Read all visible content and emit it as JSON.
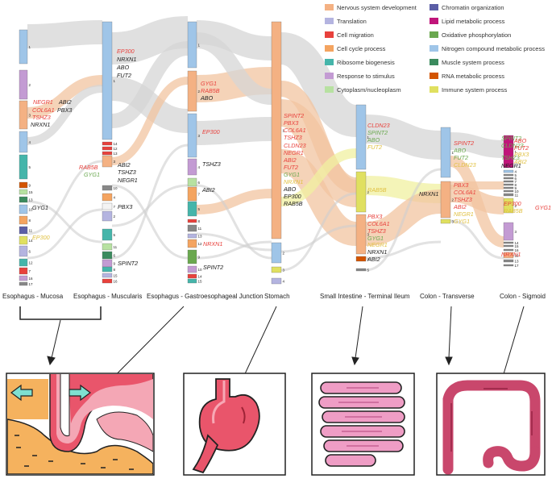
{
  "legend": [
    {
      "label": "Nervous system development",
      "color": "#f4b183"
    },
    {
      "label": "Chromatin organization",
      "color": "#5b5ea6"
    },
    {
      "label": "Translation",
      "color": "#b4b4e0"
    },
    {
      "label": "Lipid metabolic process",
      "color": "#c0157a"
    },
    {
      "label": "Cell migration",
      "color": "#e8413c"
    },
    {
      "label": "Oxidative phosphorylation",
      "color": "#6aa84f"
    },
    {
      "label": "Cell cycle process",
      "color": "#f4a460"
    },
    {
      "label": "Nitrogen compound metabolic process",
      "color": "#9fc5e8"
    },
    {
      "label": "Ribosome biogenesis",
      "color": "#45b5aa"
    },
    {
      "label": "Muscle system process",
      "color": "#3b8b5e"
    },
    {
      "label": "Response to stimulus",
      "color": "#c39bd3"
    },
    {
      "label": "RNA metabolic process",
      "color": "#d35400"
    },
    {
      "label": "Cytoplasm/nucleoplasm",
      "color": "#b7e1a1"
    },
    {
      "label": "Immune system process",
      "color": "#e0e060"
    }
  ],
  "columns": [
    {
      "label": "Esophagus - Mucosa"
    },
    {
      "label": "Esophagus - Muscularis"
    },
    {
      "label": "Esophagus - Gastroesophageal Junction"
    },
    {
      "label": "Stomach"
    },
    {
      "label": "Small Intestine - Terminal Ileum"
    },
    {
      "label": "Colon - Transverse"
    },
    {
      "label": "Colon - Sigmoid"
    }
  ],
  "modules": {
    "c0": [
      {
        "n": "1",
        "color": "#9fc5e8"
      },
      {
        "n": "2",
        "color": "#c39bd3"
      },
      {
        "n": "3",
        "color": "#f4b183"
      },
      {
        "n": "4",
        "color": "#9fc5e8"
      },
      {
        "n": "5",
        "color": "#45b5aa"
      },
      {
        "n": "9",
        "color": "#d35400"
      },
      {
        "n": "15",
        "color": "#b7e1a1"
      },
      {
        "n": "13",
        "color": "#3b8b5e"
      },
      {
        "n": "10",
        "color": "#9fc5e8"
      },
      {
        "n": "8",
        "color": "#f4a460"
      },
      {
        "n": "11",
        "color": "#5b5ea6"
      },
      {
        "n": "14",
        "color": "#e0e060"
      },
      {
        "n": "6",
        "color": "#b4b4e0"
      },
      {
        "n": "12",
        "color": "#45b5aa"
      },
      {
        "n": "7",
        "color": "#e8413c"
      },
      {
        "n": "16",
        "color": "#c39bd3"
      },
      {
        "n": "17",
        "color": "#888888"
      }
    ],
    "c1": [
      {
        "n": "1",
        "color": "#9fc5e8"
      },
      {
        "n": "14",
        "color": "#e8413c"
      },
      {
        "n": "12",
        "color": "#e8413c"
      },
      {
        "n": "13",
        "color": "#e8413c"
      },
      {
        "n": "3",
        "color": "#f4b183"
      },
      {
        "n": "10",
        "color": "#888888"
      },
      {
        "n": "4",
        "color": "#f4a460"
      },
      {
        "n": "7",
        "color": "#f4f4f4"
      },
      {
        "n": "2",
        "color": "#b4b4e0"
      },
      {
        "n": "5",
        "color": "#45b5aa"
      },
      {
        "n": "11",
        "color": "#b7e1a1"
      },
      {
        "n": "6",
        "color": "#3b8b5e"
      },
      {
        "n": "9",
        "color": "#c39bd3"
      },
      {
        "n": "8",
        "color": "#45b5aa"
      },
      {
        "n": "15",
        "color": "#b4b4e0"
      },
      {
        "n": "16",
        "color": "#e8413c"
      }
    ],
    "c2": [
      {
        "n": "1",
        "color": "#9fc5e8"
      },
      {
        "n": "2",
        "color": "#f4b183"
      },
      {
        "n": "3",
        "color": "#9fc5e8"
      },
      {
        "n": "4",
        "color": "#c39bd3"
      },
      {
        "n": "6",
        "color": "#b7e1a1"
      },
      {
        "n": "7",
        "color": "#f4a460"
      },
      {
        "n": "5",
        "color": "#45b5aa"
      },
      {
        "n": "8",
        "color": "#e8413c"
      },
      {
        "n": "11",
        "color": "#888888"
      },
      {
        "n": "13",
        "color": "#b4b4e0"
      },
      {
        "n": "12",
        "color": "#f4a460"
      },
      {
        "n": "9",
        "color": "#6aa84f"
      },
      {
        "n": "10",
        "color": "#c39bd3"
      },
      {
        "n": "14",
        "color": "#e8413c"
      },
      {
        "n": "15",
        "color": "#45b5aa"
      }
    ],
    "c3": [
      {
        "n": "1",
        "color": "#f4b183"
      },
      {
        "n": "2",
        "color": "#9fc5e8"
      },
      {
        "n": "3",
        "color": "#e0e060"
      },
      {
        "n": "4",
        "color": "#b4b4e0"
      }
    ],
    "c4": [
      {
        "n": "1",
        "color": "#9fc5e8"
      },
      {
        "n": "2",
        "color": "#e0e060"
      },
      {
        "n": "3",
        "color": "#f4b183"
      },
      {
        "n": "4",
        "color": "#d35400"
      },
      {
        "n": "5",
        "color": "#888888"
      }
    ],
    "c5": [
      {
        "n": "1",
        "color": "#9fc5e8"
      },
      {
        "n": "2",
        "color": "#f4b183"
      },
      {
        "n": "3",
        "color": "#e0e060"
      }
    ],
    "c6": [
      {
        "n": "1",
        "color": "#c0157a"
      },
      {
        "n": "4",
        "color": "#9fc5e8"
      },
      {
        "n": "5",
        "color": "#888888"
      },
      {
        "n": "6",
        "color": "#888888"
      },
      {
        "n": "7",
        "color": "#888888"
      },
      {
        "n": "8",
        "color": "#888888"
      },
      {
        "n": "9",
        "color": "#888888"
      },
      {
        "n": "10",
        "color": "#888888"
      },
      {
        "n": "11",
        "color": "#888888"
      },
      {
        "n": "2",
        "color": "#e0e060"
      },
      {
        "n": "3",
        "color": "#c39bd3"
      },
      {
        "n": "14",
        "color": "#888888"
      },
      {
        "n": "15",
        "color": "#888888"
      },
      {
        "n": "16",
        "color": "#888888"
      },
      {
        "n": "12",
        "color": "#f4b183"
      },
      {
        "n": "13",
        "color": "#888888"
      },
      {
        "n": "17",
        "color": "#888888"
      }
    ]
  },
  "genes": [
    {
      "t": "NEGR1",
      "c": "#e8413c"
    },
    {
      "t": "ABI2",
      "c": "#222222"
    },
    {
      "t": "COL6A1",
      "c": "#e8413c"
    },
    {
      "t": "PBX3",
      "c": "#222222"
    },
    {
      "t": "TSHZ3",
      "c": "#e8413c"
    },
    {
      "t": "NRXN1",
      "c": "#222222"
    },
    {
      "t": "GYG1",
      "c": "#222222"
    },
    {
      "t": "EP300",
      "c": "#e0c040"
    },
    {
      "t": "EP300",
      "c": "#e8413c"
    },
    {
      "t": "NRXN1",
      "c": "#222222"
    },
    {
      "t": "ABO",
      "c": "#222222"
    },
    {
      "t": "FUT2",
      "c": "#222222"
    },
    {
      "t": "RAB5B",
      "c": "#e8413c"
    },
    {
      "t": "GYG1",
      "c": "#6aa84f"
    },
    {
      "t": "ABI2",
      "c": "#222222"
    },
    {
      "t": "TSHZ3",
      "c": "#222222"
    },
    {
      "t": "NEGR1",
      "c": "#222222"
    },
    {
      "t": "PBX3",
      "c": "#222222"
    },
    {
      "t": "SPINT2",
      "c": "#222222"
    },
    {
      "t": "GYG1",
      "c": "#e8413c"
    },
    {
      "t": "RAB5B",
      "c": "#e8413c"
    },
    {
      "t": "ABO",
      "c": "#222222"
    },
    {
      "t": "EP300",
      "c": "#e8413c"
    },
    {
      "t": "TSHZ3",
      "c": "#222222"
    },
    {
      "t": "ABI2",
      "c": "#222222"
    },
    {
      "t": "NRXN1",
      "c": "#e8413c"
    },
    {
      "t": "SPINT2",
      "c": "#222222"
    },
    {
      "t": "SPINT2",
      "c": "#e8413c"
    },
    {
      "t": "PBX3",
      "c": "#e8413c"
    },
    {
      "t": "COL6A1",
      "c": "#e8413c"
    },
    {
      "t": "TSHZ3",
      "c": "#e8413c"
    },
    {
      "t": "CLDN23",
      "c": "#e8413c"
    },
    {
      "t": "NEGR1",
      "c": "#e8413c"
    },
    {
      "t": "ABI2",
      "c": "#e8413c"
    },
    {
      "t": "FUT2",
      "c": "#e8413c"
    },
    {
      "t": "GYG1",
      "c": "#6aa84f"
    },
    {
      "t": "NRXN1",
      "c": "#e0c040"
    },
    {
      "t": "ABO",
      "c": "#222222"
    },
    {
      "t": "EP300",
      "c": "#222222"
    },
    {
      "t": "RAB5B",
      "c": "#222222"
    },
    {
      "t": "CLDN23",
      "c": "#e8413c"
    },
    {
      "t": "SPINT2",
      "c": "#6aa84f"
    },
    {
      "t": "ABO",
      "c": "#6aa84f"
    },
    {
      "t": "FUT2",
      "c": "#e0c040"
    },
    {
      "t": "RAB5B",
      "c": "#e0c040"
    },
    {
      "t": "PBX3",
      "c": "#e8413c"
    },
    {
      "t": "COL6A1",
      "c": "#e8413c"
    },
    {
      "t": "TSHZ3",
      "c": "#e8413c"
    },
    {
      "t": "GYG1",
      "c": "#6aa84f"
    },
    {
      "t": "NEGR1",
      "c": "#e0c040"
    },
    {
      "t": "NRXN1",
      "c": "#222222"
    },
    {
      "t": "ABI2",
      "c": "#222222"
    },
    {
      "t": "SPINT2",
      "c": "#e8413c"
    },
    {
      "t": "ABO",
      "c": "#6aa84f"
    },
    {
      "t": "FUT2",
      "c": "#6aa84f"
    },
    {
      "t": "CLDN23",
      "c": "#e0c040"
    },
    {
      "t": "NRXN1",
      "c": "#222222"
    },
    {
      "t": "PBX3",
      "c": "#e8413c"
    },
    {
      "t": "COL6A1",
      "c": "#e8413c"
    },
    {
      "t": "TSHZ3",
      "c": "#e8413c"
    },
    {
      "t": "ABI2",
      "c": "#e8413c"
    },
    {
      "t": "NEGR1",
      "c": "#e0c040"
    },
    {
      "t": "GYG1",
      "c": "#e0c040"
    },
    {
      "t": "SPINT2",
      "c": "#6aa84f"
    },
    {
      "t": "CLDN23",
      "c": "#6aa84f"
    },
    {
      "t": "TSHZ3",
      "c": "#6aa84f"
    },
    {
      "t": "NEGR1",
      "c": "#222222"
    },
    {
      "t": "ABO",
      "c": "#e8413c"
    },
    {
      "t": "FUT2",
      "c": "#e8413c"
    },
    {
      "t": "PBX3",
      "c": "#e0c040"
    },
    {
      "t": "ABI2",
      "c": "#e0c040"
    },
    {
      "t": "GYG1",
      "c": "#e8413c"
    },
    {
      "t": "EP300",
      "c": "#e8413c"
    },
    {
      "t": "RAB5B",
      "c": "#e0c040"
    },
    {
      "t": "NRXN1",
      "c": "#e8413c"
    }
  ]
}
